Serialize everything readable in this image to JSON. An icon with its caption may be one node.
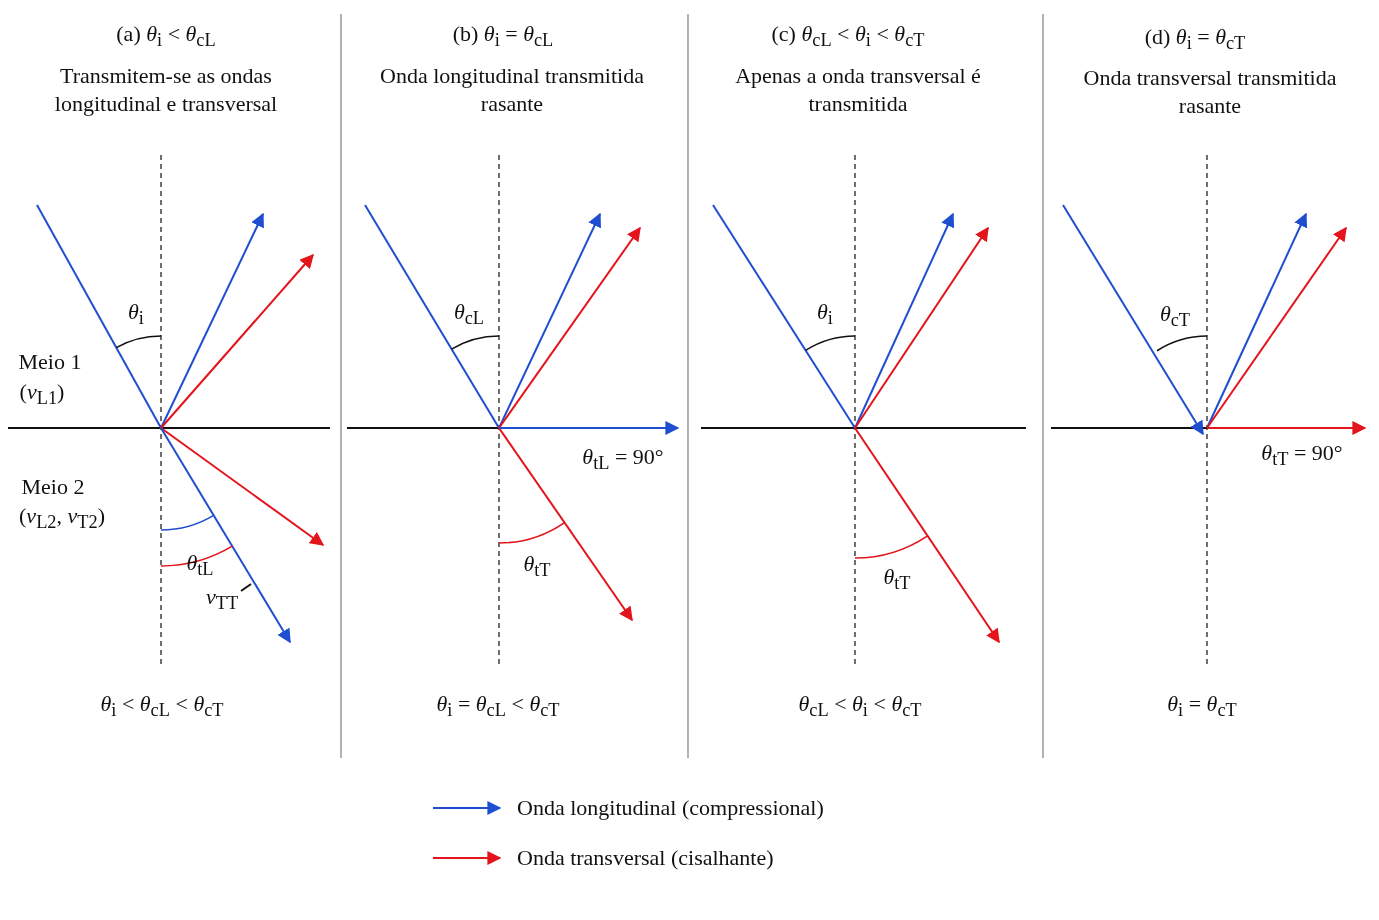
{
  "diagram": {
    "labels": [
      "(a) *θ*$_{i}$ < *θ*$_{cL}$",
      "Transmitem-se as ondas longitudinal e transversal",
      "(b) *θ*$_{i}$ = *θ*$_{cL}$",
      "Onda longitudinal transmitida rasante",
      "(c) *θ*$_{cL}$ < *θ*$_{i}$ < *θ*$_{cT}$",
      "Apenas a onda transversal é transmitida",
      "(d) *θ*$_{i}$ = *θ*$_{cT}$",
      "Onda transversal transmitida rasante",
      "*θ*$_{i}$",
      "Meio 1",
      "(*v*$_{L1}$)",
      "Meio 2",
      "(*v*$_{L2}$, *v*$_{T2}$)",
      "*θ*$_{tL}$",
      "*v*$_{TT}$",
      "*θ*$_{cL}$",
      "*θ*$_{tL}$ = 90°",
      "*θ*$_{tT}$",
      "*θ*$_{i}$",
      "*θ*$_{tT}$",
      "*θ*$_{cT}$",
      "*θ*$_{tT}$ = 90°",
      "*θ*$_{i}$ < *θ*$_{cL}$ < *θ*$_{cT}$",
      "*θ*$_{i}$ = *θ*$_{cL}$ < *θ*$_{cT}$",
      "*θ*$_{cL}$ < *θ*$_{i}$ < *θ*$_{cT}$",
      "*θ*$_{i}$ = *θ*$_{cT}$"
    ],
    "legend": [
      {
        "text": "Onda longitudinal (compressional)"
      },
      {
        "text": "Onda transversal (cisalhante)"
      }
    ]
  }
}
